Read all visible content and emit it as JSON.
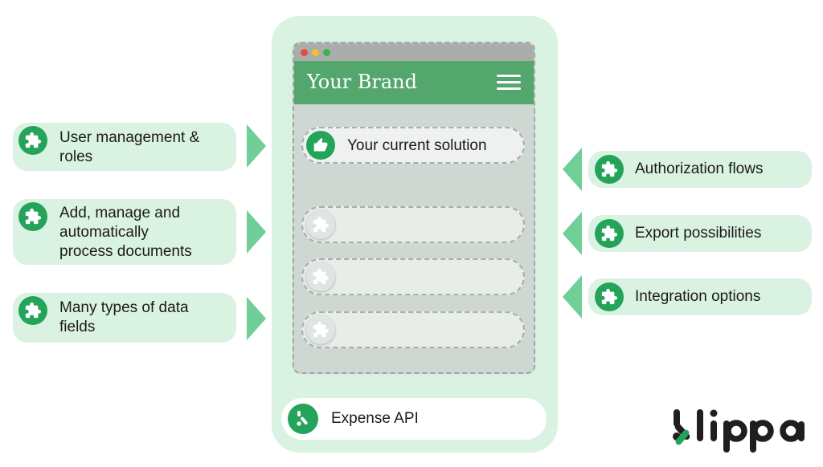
{
  "left_features": [
    {
      "label": "User management & roles",
      "lines": [
        "User management &",
        "roles"
      ],
      "icon": "puzzle-icon"
    },
    {
      "label": "Add, manage and automatically process documents",
      "lines": [
        "Add, manage and",
        "automatically",
        "process documents"
      ],
      "icon": "puzzle-icon"
    },
    {
      "label": "Many types of data fields",
      "lines": [
        "Many types of data",
        "fields"
      ],
      "icon": "puzzle-icon"
    }
  ],
  "right_features": [
    {
      "label": "Authorization flows",
      "icon": "puzzle-icon"
    },
    {
      "label": "Export possibilities",
      "icon": "puzzle-icon"
    },
    {
      "label": "Integration options",
      "icon": "puzzle-icon"
    }
  ],
  "app": {
    "brand": "Your Brand",
    "menu_icon": "hamburger-menu-icon",
    "window_dots": [
      "#e84a3e",
      "#f5c02b",
      "#39b54a"
    ],
    "current_solution": {
      "label": "Your current solution",
      "icon": "thumbs-up-icon"
    },
    "empty_slots": [
      {
        "icon": "puzzle-icon"
      },
      {
        "icon": "puzzle-icon"
      },
      {
        "icon": "puzzle-icon"
      }
    ]
  },
  "api": {
    "label": "Expense API",
    "icon": "klippa-k-icon"
  },
  "logo": {
    "text": "klippa"
  },
  "colors": {
    "green": "#24a35a",
    "header_green": "#53a66c",
    "pill_bg": "#d9f2e1",
    "arrow": "#6fcf97",
    "window_bg": "#cfd7d2"
  }
}
